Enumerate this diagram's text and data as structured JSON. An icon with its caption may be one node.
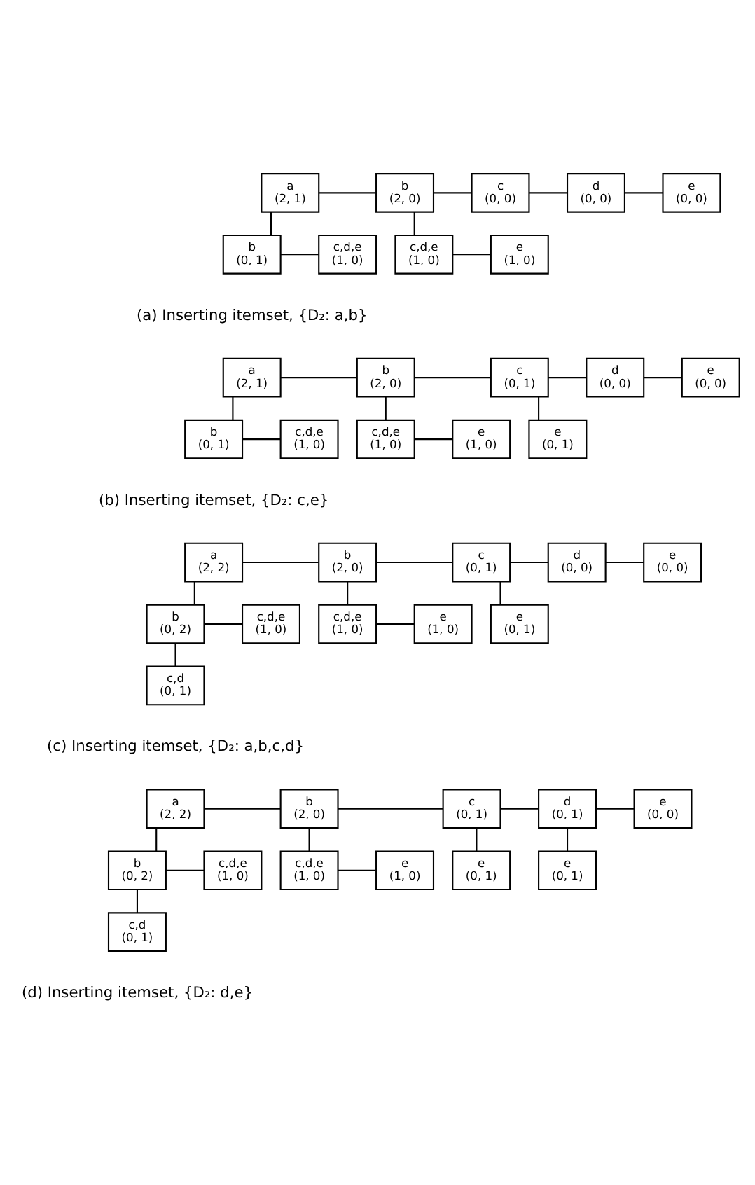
{
  "diagram": {
    "nodes": [
      {
        "text": [
          "a",
          "(2, 1)"
        ]
      },
      {
        "text": [
          "b",
          "(2, 0)"
        ]
      },
      {
        "text": [
          "c",
          "(0, 0)"
        ]
      },
      {
        "text": [
          "d",
          "(0, 0)"
        ]
      },
      {
        "text": [
          "e",
          "(0, 0)"
        ]
      },
      {
        "text": [
          "b",
          "(0, 1)"
        ]
      },
      {
        "text": [
          "c,d,e",
          "(1, 0)"
        ]
      },
      {
        "text": [
          "c,d,e",
          "(1, 0)"
        ]
      },
      {
        "text": [
          "e",
          "(1, 0)"
        ]
      },
      {
        "text": [
          "a",
          "(2, 1)"
        ]
      },
      {
        "text": [
          "b",
          "(2, 0)"
        ]
      },
      {
        "text": [
          "c",
          "(0, 1)"
        ]
      },
      {
        "text": [
          "d",
          "(0, 0)"
        ]
      },
      {
        "text": [
          "e",
          "(0, 0)"
        ]
      },
      {
        "text": [
          "b",
          "(0, 1)"
        ]
      },
      {
        "text": [
          "c,d,e",
          "(1, 0)"
        ]
      },
      {
        "text": [
          "c,d,e",
          "(1, 0)"
        ]
      },
      {
        "text": [
          "e",
          "(1, 0)"
        ]
      },
      {
        "text": [
          "e",
          "(0, 1)"
        ]
      },
      {
        "text": [
          "a",
          "(2, 2)"
        ]
      },
      {
        "text": [
          "b",
          "(2, 0)"
        ]
      },
      {
        "text": [
          "c",
          "(0, 1)"
        ]
      },
      {
        "text": [
          "d",
          "(0, 0)"
        ]
      },
      {
        "text": [
          "e",
          "(0, 0)"
        ]
      },
      {
        "text": [
          "b",
          "(0, 2)"
        ]
      },
      {
        "text": [
          "c,d,e",
          "(1, 0)"
        ]
      },
      {
        "text": [
          "c,d,e",
          "(1, 0)"
        ]
      },
      {
        "text": [
          "e",
          "(1, 0)"
        ]
      },
      {
        "text": [
          "e",
          "(0, 1)"
        ]
      },
      {
        "text": [
          "c,d",
          "(0, 1)"
        ]
      },
      {
        "text": [
          "a",
          "(2, 2)"
        ]
      },
      {
        "text": [
          "b",
          "(2, 0)"
        ]
      },
      {
        "text": [
          "c",
          "(0, 1)"
        ]
      },
      {
        "text": [
          "d",
          "(0, 1)"
        ]
      },
      {
        "text": [
          "e",
          "(0, 0)"
        ]
      },
      {
        "text": [
          "b",
          "(0, 2)"
        ]
      },
      {
        "text": [
          "c,d,e",
          "(1, 0)"
        ]
      },
      {
        "text": [
          "c,d,e",
          "(1, 0)"
        ]
      },
      {
        "text": [
          "e",
          "(1, 0)"
        ]
      },
      {
        "text": [
          "e",
          "(0, 1)"
        ]
      },
      {
        "text": [
          "e",
          "(0, 1)"
        ]
      },
      {
        "text": [
          "c,d",
          "(0, 1)"
        ]
      }
    ],
    "edges": [
      {
        "from": 0,
        "to": 1,
        "arrow": "none"
      },
      {
        "from": 1,
        "to": 2,
        "arrow": "none"
      },
      {
        "from": 2,
        "to": 3,
        "arrow": "none"
      },
      {
        "from": 3,
        "to": 4,
        "arrow": "none"
      },
      {
        "from": 0,
        "to": 5,
        "arrow": "none"
      },
      {
        "from": 5,
        "to": 6,
        "arrow": "none"
      },
      {
        "from": 1,
        "to": 7,
        "arrow": "none"
      },
      {
        "from": 7,
        "to": 8,
        "arrow": "none"
      },
      {
        "from": 9,
        "to": 10,
        "arrow": "none"
      },
      {
        "from": 10,
        "to": 11,
        "arrow": "none"
      },
      {
        "from": 11,
        "to": 12,
        "arrow": "none"
      },
      {
        "from": 12,
        "to": 13,
        "arrow": "none"
      },
      {
        "from": 9,
        "to": 14,
        "arrow": "none"
      },
      {
        "from": 14,
        "to": 15,
        "arrow": "none"
      },
      {
        "from": 10,
        "to": 16,
        "arrow": "none"
      },
      {
        "from": 16,
        "to": 17,
        "arrow": "none"
      },
      {
        "from": 11,
        "to": 18,
        "arrow": "none"
      },
      {
        "from": 19,
        "to": 20,
        "arrow": "none"
      },
      {
        "from": 20,
        "to": 21,
        "arrow": "none"
      },
      {
        "from": 21,
        "to": 22,
        "arrow": "none"
      },
      {
        "from": 22,
        "to": 23,
        "arrow": "none"
      },
      {
        "from": 19,
        "to": 24,
        "arrow": "none"
      },
      {
        "from": 24,
        "to": 25,
        "arrow": "none"
      },
      {
        "from": 20,
        "to": 26,
        "arrow": "none"
      },
      {
        "from": 26,
        "to": 27,
        "arrow": "none"
      },
      {
        "from": 21,
        "to": 28,
        "arrow": "none"
      },
      {
        "from": 24,
        "to": 29,
        "arrow": "none"
      },
      {
        "from": 30,
        "to": 31,
        "arrow": "none"
      },
      {
        "from": 31,
        "to": 32,
        "arrow": "none"
      },
      {
        "from": 32,
        "to": 33,
        "arrow": "none"
      },
      {
        "from": 33,
        "to": 34,
        "arrow": "none"
      },
      {
        "from": 30,
        "to": 35,
        "arrow": "none"
      },
      {
        "from": 35,
        "to": 36,
        "arrow": "none"
      },
      {
        "from": 31,
        "to": 37,
        "arrow": "none"
      },
      {
        "from": 37,
        "to": 38,
        "arrow": "none"
      },
      {
        "from": 32,
        "to": 39,
        "arrow": "none"
      },
      {
        "from": 33,
        "to": 40,
        "arrow": "none"
      },
      {
        "from": 35,
        "to": 41,
        "arrow": "none"
      }
    ],
    "labels": [
      "(a) Inserting itemset, {D₂: a,b}",
      "(b) Inserting itemset, {D₂: c,e}",
      "(c) Inserting itemset, {D₂: a,b,c,d}",
      "(d) Inserting itemset, {D₂: d,e}"
    ]
  }
}
